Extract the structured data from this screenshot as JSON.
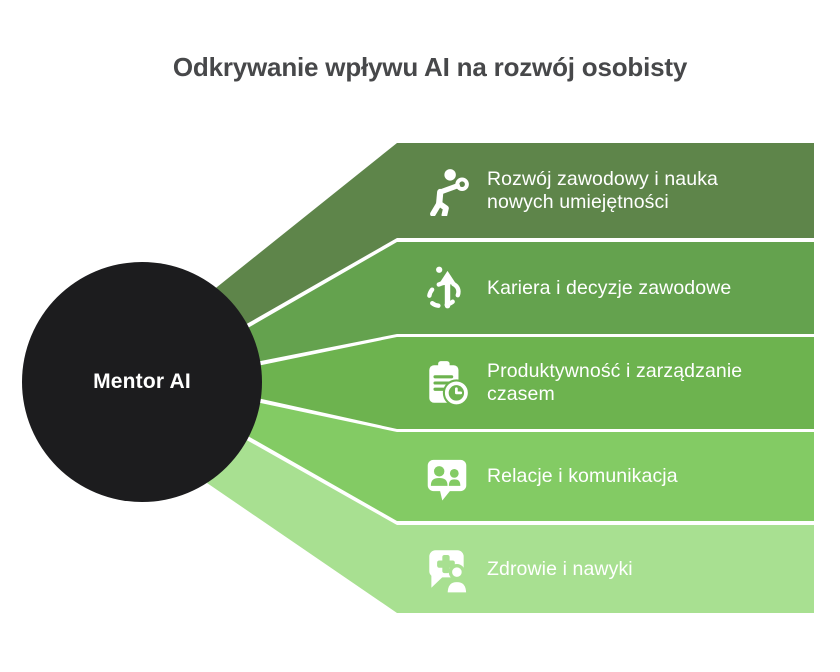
{
  "title": "Odkrywanie wpływu AI na rozwój osobisty",
  "center": {
    "label": "Mentor AI",
    "color": "#1c1c1e",
    "text_color": "#ffffff"
  },
  "items": [
    {
      "icon": "running-person-icon",
      "color": "#5e854a",
      "label_lines": [
        "Rozwój zawodowy i nauka",
        "nowych umiejętności"
      ]
    },
    {
      "icon": "route-arrow-icon",
      "color": "#64a24e",
      "label_lines": [
        "Kariera i decyzje zawodowe"
      ]
    },
    {
      "icon": "clipboard-clock-icon",
      "color": "#6db34f",
      "label_lines": [
        "Produktywność i zarządzanie",
        "czasem"
      ]
    },
    {
      "icon": "people-chat-icon",
      "color": "#83cb64",
      "label_lines": [
        "Relacje i komunikacja"
      ]
    },
    {
      "icon": "health-person-icon",
      "color": "#a8e091",
      "label_lines": [
        "Zdrowie i nawyki"
      ]
    }
  ],
  "colors": {
    "background": "#ffffff",
    "title_text": "#47484a",
    "item_text": "#ffffff"
  }
}
